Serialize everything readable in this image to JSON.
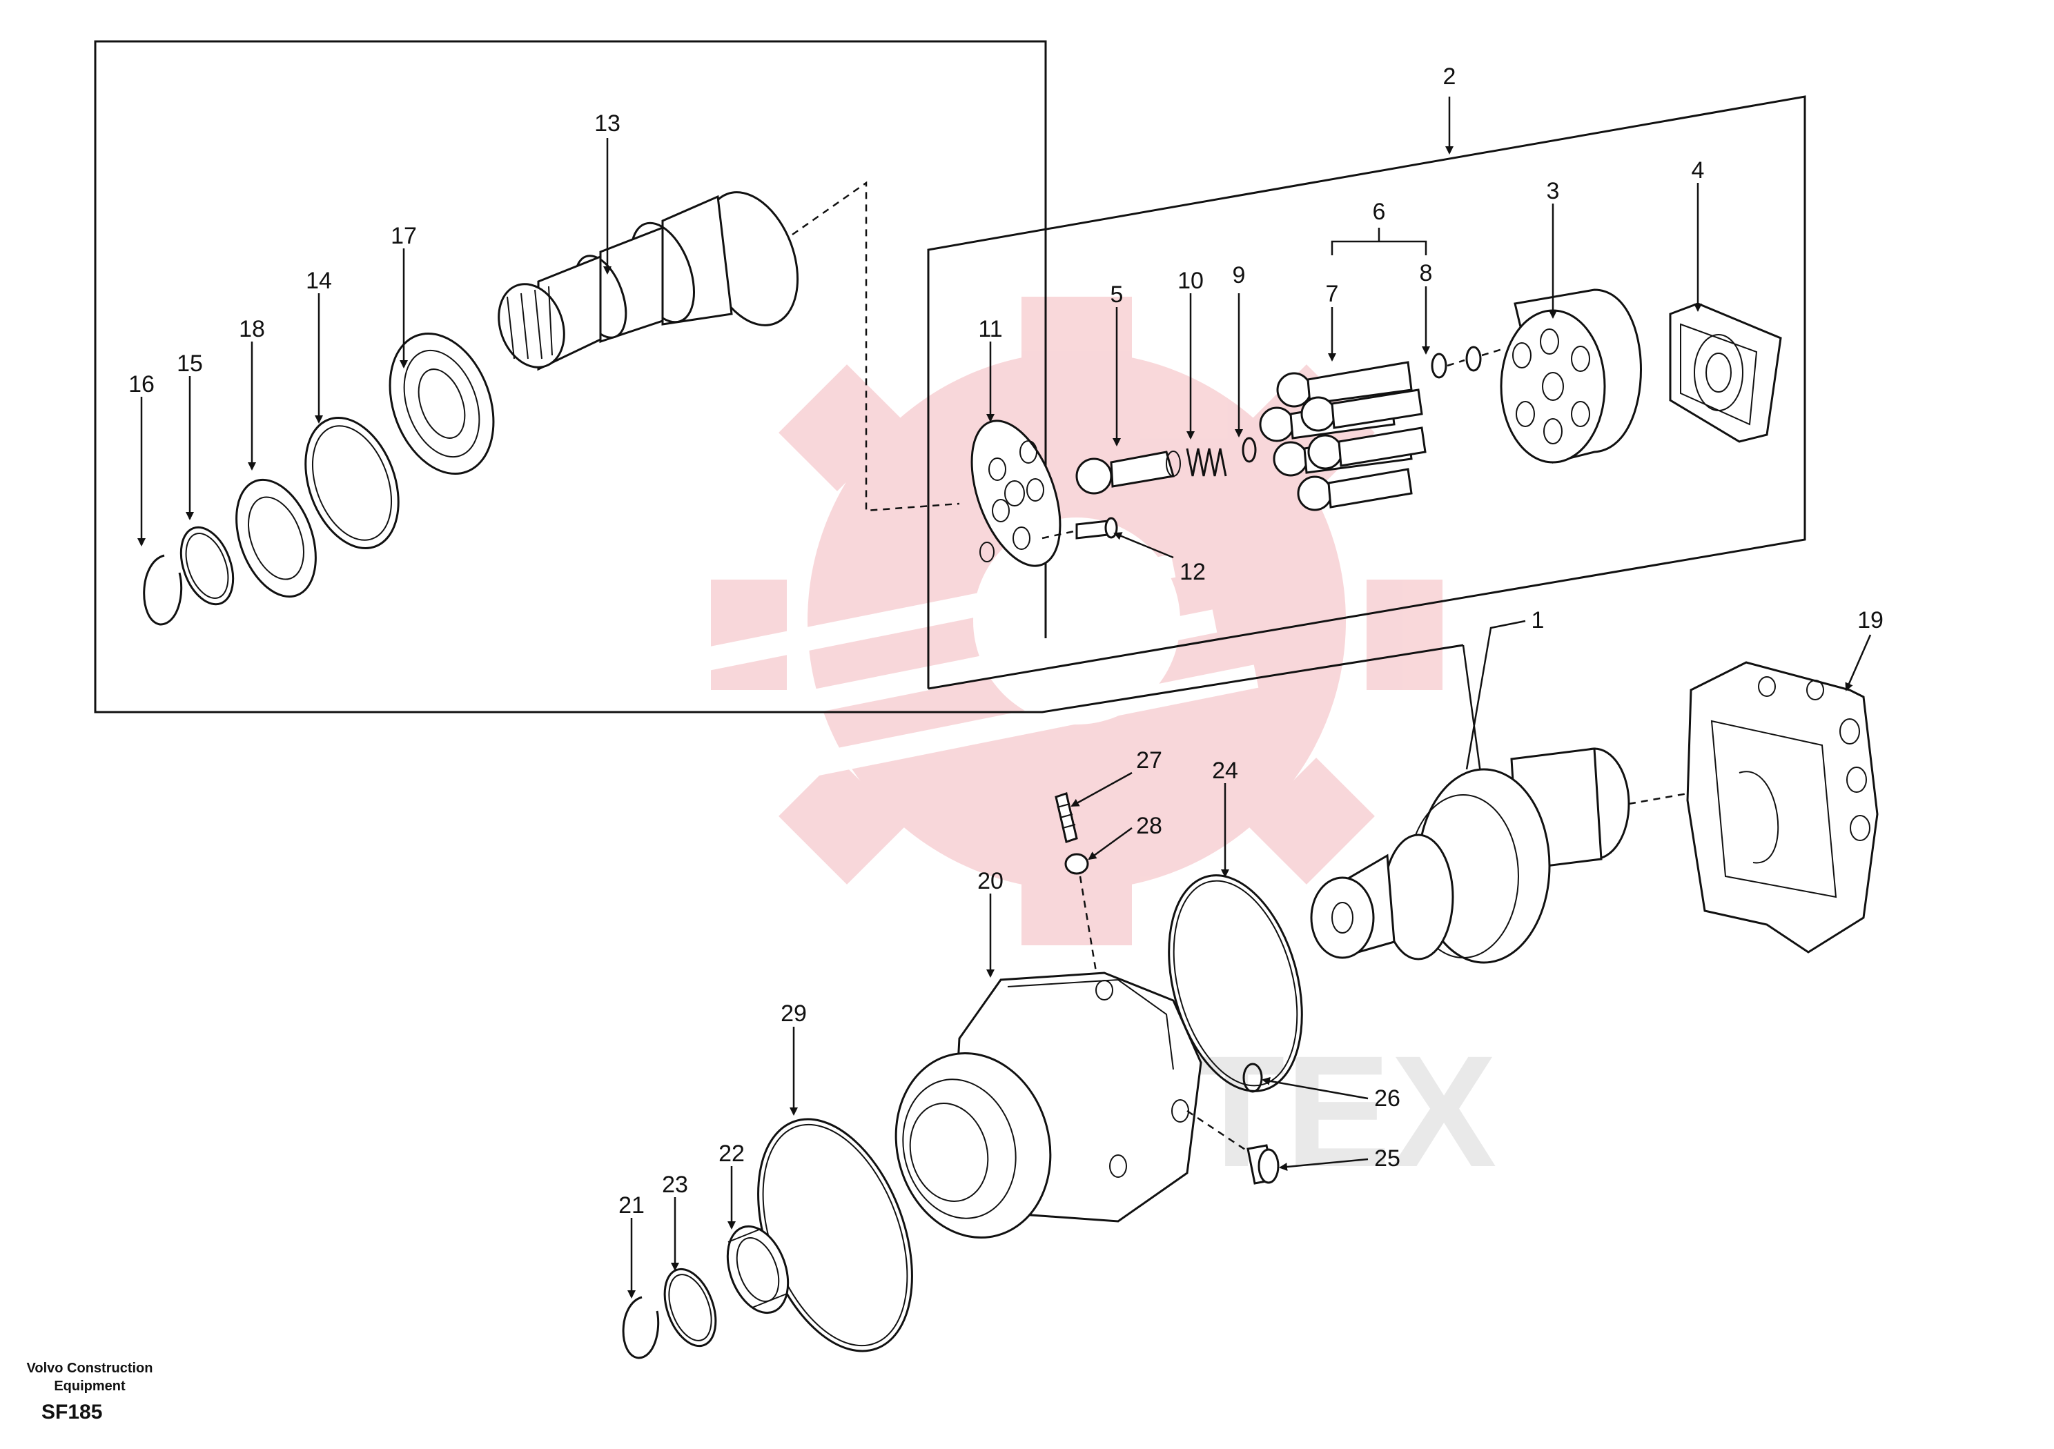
{
  "footer": {
    "company_line1": "Volvo Construction",
    "company_line2": "Equipment",
    "drawing_code": "SF185"
  },
  "watermark": {
    "text": "ИНТЕХ",
    "color": "#f4b8bc"
  },
  "callouts": {
    "p1": "1",
    "p2": "2",
    "p3": "3",
    "p4": "4",
    "p5": "5",
    "p6": "6",
    "p7": "7",
    "p8": "8",
    "p9": "9",
    "p10": "10",
    "p11": "11",
    "p12": "12",
    "p13": "13",
    "p14": "14",
    "p15": "15",
    "p16": "16",
    "p17": "17",
    "p18": "18",
    "p19": "19",
    "p20": "20",
    "p21": "21",
    "p22": "22",
    "p23": "23",
    "p24": "24",
    "p25": "25",
    "p26": "26",
    "p27": "27",
    "p28": "28",
    "p29": "29"
  }
}
